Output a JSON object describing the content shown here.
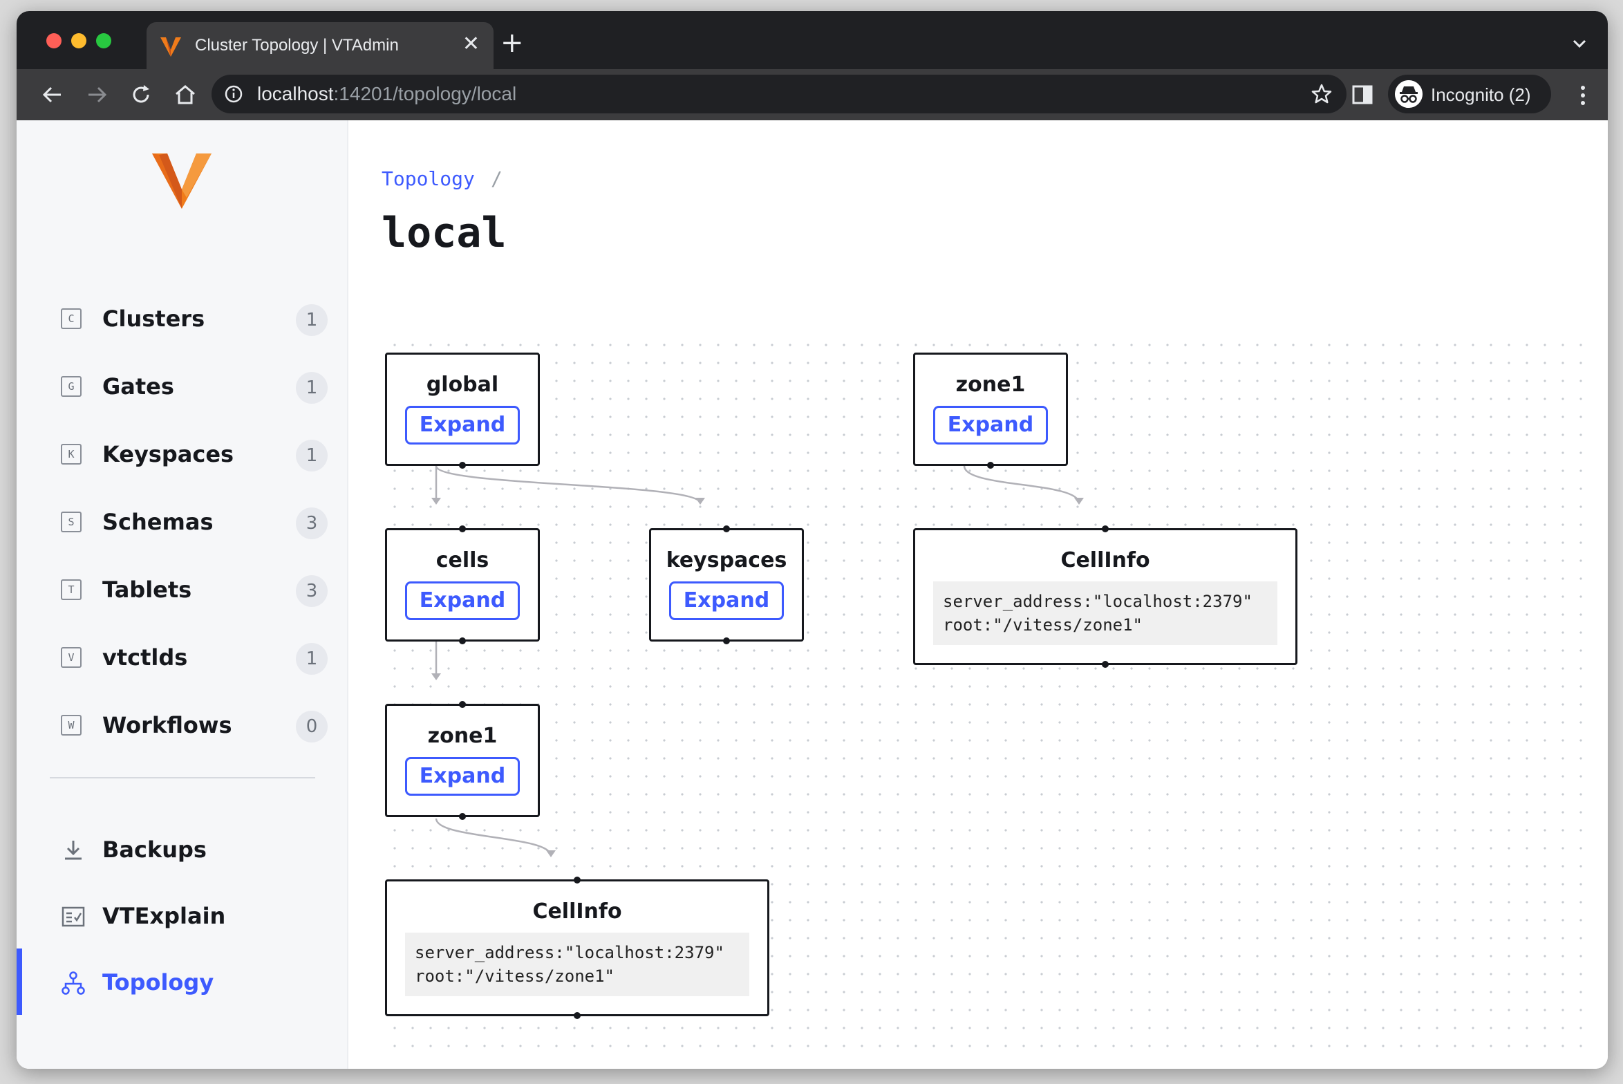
{
  "browser": {
    "tab_title": "Cluster Topology | VTAdmin",
    "url_host": "localhost",
    "url_rest": ":14201/topology/local",
    "profile_label": "Incognito (2)",
    "tab_close": "✕",
    "new_tab": "+"
  },
  "sidebar": {
    "items": [
      {
        "key": "C",
        "label": "Clusters",
        "count": "1"
      },
      {
        "key": "G",
        "label": "Gates",
        "count": "1"
      },
      {
        "key": "K",
        "label": "Keyspaces",
        "count": "1"
      },
      {
        "key": "S",
        "label": "Schemas",
        "count": "3"
      },
      {
        "key": "T",
        "label": "Tablets",
        "count": "3"
      },
      {
        "key": "V",
        "label": "vtctlds",
        "count": "1"
      },
      {
        "key": "W",
        "label": "Workflows",
        "count": "0"
      }
    ],
    "secondary": [
      {
        "label": "Backups",
        "icon": "download-icon"
      },
      {
        "label": "VTExplain",
        "icon": "checklist-icon"
      },
      {
        "label": "Topology",
        "icon": "topology-icon",
        "active": true
      }
    ]
  },
  "main": {
    "breadcrumb": "Topology",
    "breadcrumb_sep": "/",
    "title": "local"
  },
  "graph": {
    "nodes": {
      "global": {
        "title": "global",
        "button": "Expand"
      },
      "cells": {
        "title": "cells",
        "button": "Expand"
      },
      "keyspaces": {
        "title": "keyspaces",
        "button": "Expand"
      },
      "zone1_a": {
        "title": "zone1",
        "button": "Expand"
      },
      "zone1_b": {
        "title": "zone1",
        "button": "Expand"
      },
      "cellinfo_a": {
        "title": "CellInfo",
        "body": "server_address:\"localhost:2379\"\nroot:\"/vitess/zone1\""
      },
      "cellinfo_b": {
        "title": "CellInfo",
        "body": "server_address:\"localhost:2379\"\nroot:\"/vitess/zone1\""
      }
    }
  },
  "colors": {
    "accent": "#3d5afe",
    "brand": "#f07c1b"
  }
}
